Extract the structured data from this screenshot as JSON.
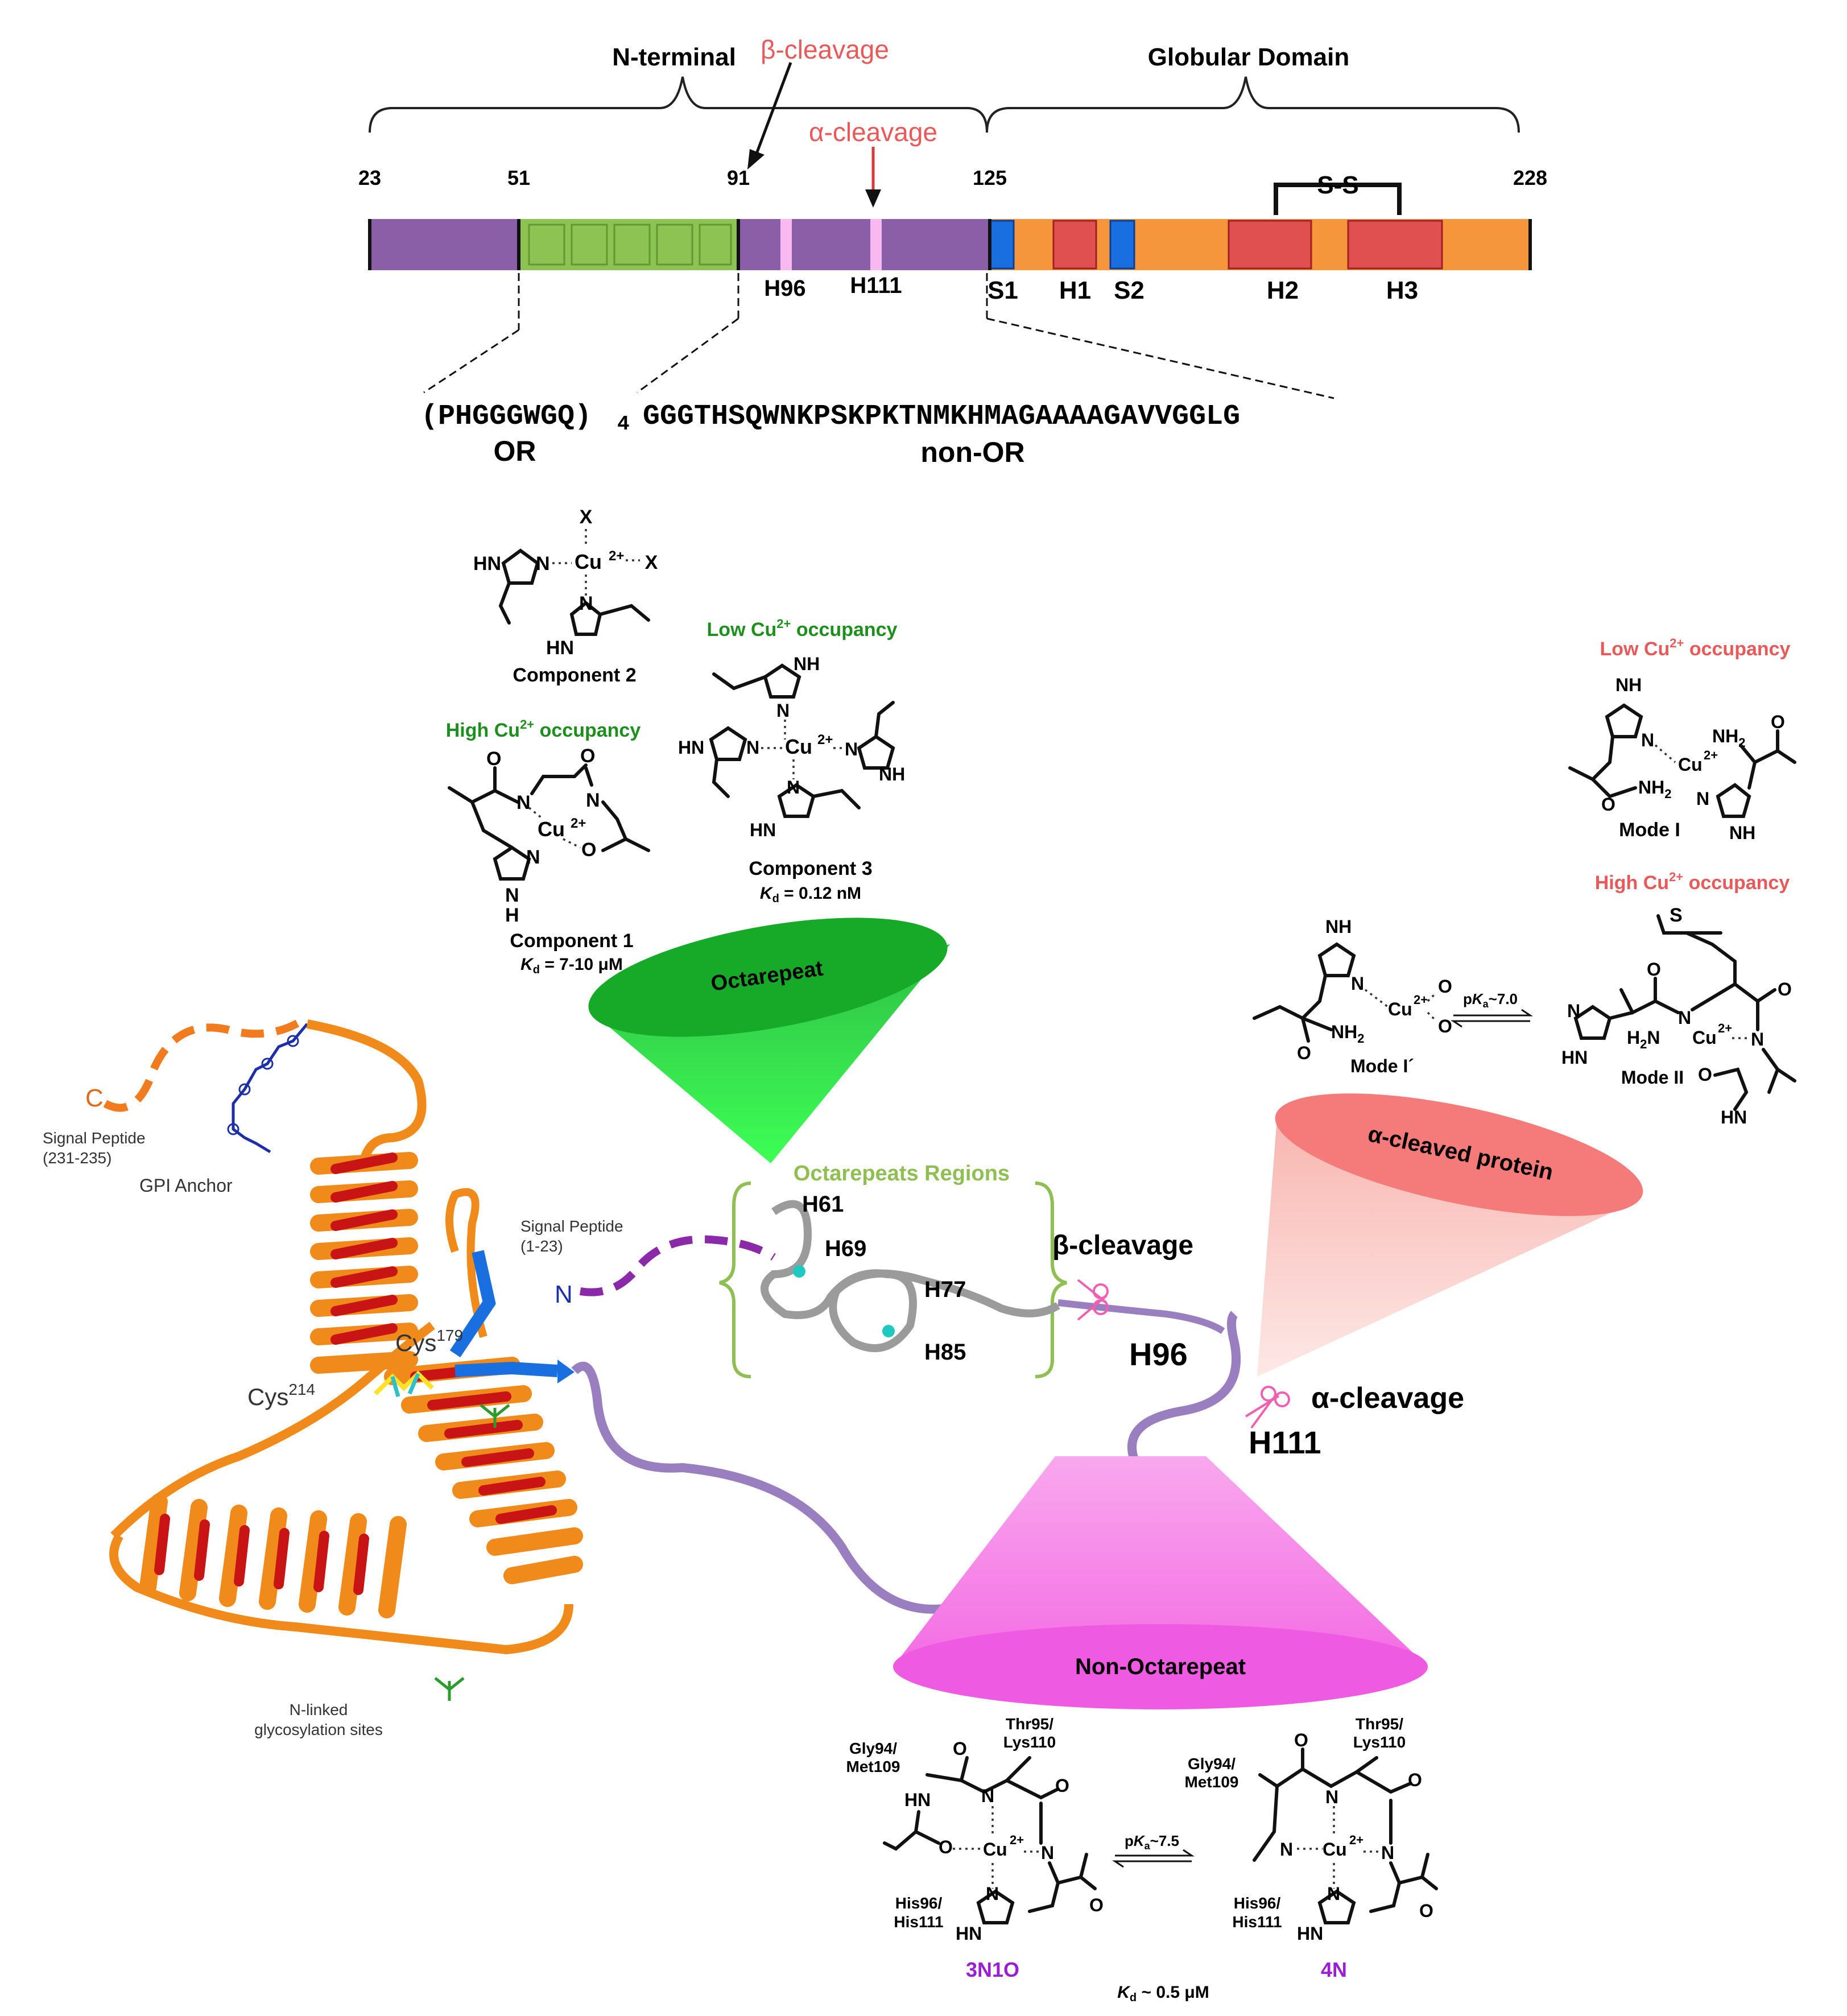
{
  "domain_bar": {
    "n_terminal_label": "N-terminal",
    "globular_label": "Globular Domain",
    "beta_cleavage": "β-cleavage",
    "alpha_cleavage": "α-cleavage",
    "ss_label": "S-S",
    "positions": [
      "23",
      "51",
      "91",
      "125",
      "228"
    ],
    "segments": [
      "H96",
      "H111",
      "S1",
      "H1",
      "S2",
      "H2",
      "H3"
    ],
    "colors": {
      "n_term": "#8b5fa8",
      "repeat": "#8dc353",
      "globular": "#f5963c",
      "helix": "#e05050",
      "strand": "#1a6fe0",
      "his": "#f8b8f0"
    }
  },
  "sequence": {
    "or_seq": "(PHGGGWGQ)",
    "or_repeat": "4",
    "non_or_seq": "GGGTHSQWNKPSKPKTNMKHMAGAAAAGAVVGGLG",
    "or_label": "OR",
    "non_or_label": "non-OR"
  },
  "octarepeat": {
    "component2": "Component 2",
    "low_occ": "Low Cu",
    "high_occ": "High Cu",
    "occ_sup": "2+",
    "occ_word": "occupancy",
    "component1": "Component 1",
    "kd1": "= 7-10 μM",
    "component3": "Component 3",
    "kd3": "= 0.12 nM",
    "kd_symbol": "K",
    "kd_sub": "d",
    "cone_label": "Octarepeat",
    "regions_label": "Octarepeats Regions",
    "his_labels": [
      "H61",
      "H69",
      "H77",
      "H85"
    ]
  },
  "chem": {
    "cu": "Cu",
    "cu_charge": "2+",
    "hn": "HN",
    "nh": "NH",
    "n": "N",
    "o": "O",
    "h": "H",
    "x": "X",
    "s": "S",
    "nh2": "NH",
    "h2n": "H",
    "sub2": "2"
  },
  "structure": {
    "c_term": "C",
    "signal_c": "Signal Peptide",
    "signal_c_range": "(231-235)",
    "gpi": "GPI Anchor",
    "signal_n": "Signal Peptide",
    "signal_n_range": "(1-23)",
    "n_term": "N",
    "cys179": "Cys",
    "cys179_sup": "179",
    "cys214": "Cys",
    "cys214_sup": "214",
    "glyco1": "N-linked",
    "glyco2": "glycosylation sites",
    "beta_cleavage": "β-cleavage",
    "alpha_cleavage": "α-cleavage",
    "h96": "H96",
    "h111": "H111"
  },
  "right_panel": {
    "low_occ": "Low Cu",
    "high_occ": "High Cu",
    "occ_sup": "2+",
    "occ_word": "occupancy",
    "mode1": "Mode I",
    "mode1p": "Mode I´",
    "mode2": "Mode II",
    "pka": "p",
    "pka_k": "K",
    "pka_sub": "a",
    "pka_val1": "~7.0",
    "cone_label": "α-cleaved protein"
  },
  "non_octarepeat": {
    "cone_label": "Non-Octarepeat",
    "thr": "Thr95/",
    "lys": "Lys110",
    "gly": "Gly94/",
    "met": "Met109",
    "his": "His96/",
    "his2": "His111",
    "pka_val2": "~7.5",
    "label_3n1o": "3N1O",
    "label_4n": "4N",
    "kd_val": "~ 0.5 μM"
  }
}
